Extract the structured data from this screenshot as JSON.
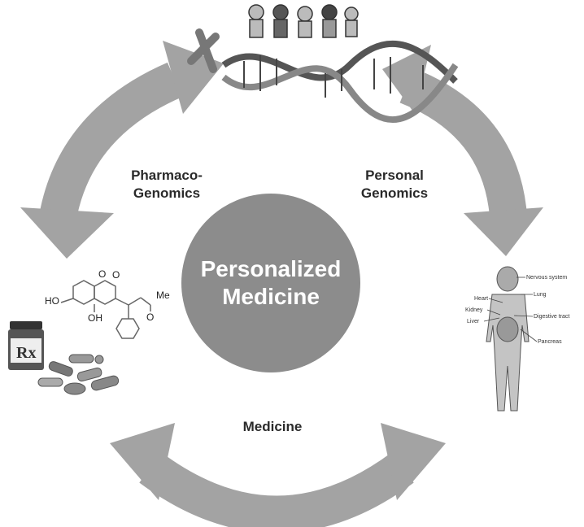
{
  "center": {
    "line1": "Personalized",
    "line2": "Medicine"
  },
  "labels": {
    "pharmacogenomics": [
      "Pharmaco-",
      "Genomics"
    ],
    "personal_genomics": [
      "Personal",
      "Genomics"
    ],
    "medicine": "Medicine"
  },
  "body_labels": [
    "Nervous system",
    "Heart",
    "Lung",
    "Kidney",
    "Digestive tract",
    "Liver",
    "Pancreas"
  ],
  "chemical": {
    "atoms": [
      "O",
      "O",
      "HO",
      "OH",
      "O",
      "Me"
    ]
  },
  "bottle_label": "Rx",
  "colors": {
    "arrow": "#a3a3a3",
    "circle": "#8c8c8c",
    "text": "#2a2a2a"
  }
}
